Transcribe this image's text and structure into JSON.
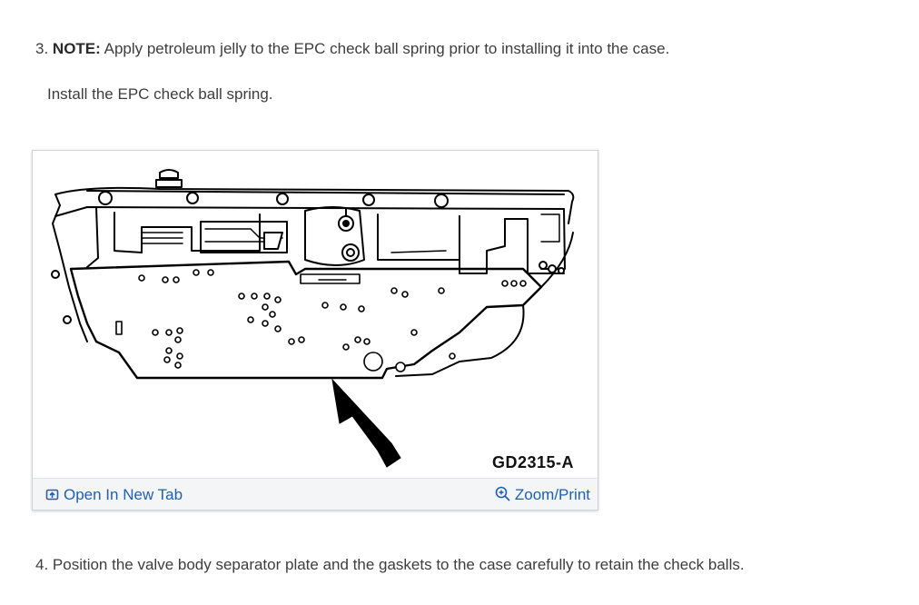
{
  "steps": {
    "step3": {
      "number": "3.",
      "note_label": "NOTE:",
      "note_text": "Apply petroleum jelly to the EPC check ball spring prior to installing it into the case.",
      "instruction": "Install the EPC check ball spring."
    },
    "step4": {
      "text": "4. Position the valve body separator plate and the gaskets to the case carefully to retain the check balls."
    }
  },
  "figure": {
    "caption": "GD2315-A",
    "open_tab_label": "Open In New Tab",
    "zoom_label": "Zoom/Print",
    "icons": {
      "open_tab": "open-in-new-tab-icon",
      "zoom": "zoom-in-icon"
    },
    "colors": {
      "link": "#1f5fb4",
      "bar_background": "#f4f5f7"
    }
  }
}
